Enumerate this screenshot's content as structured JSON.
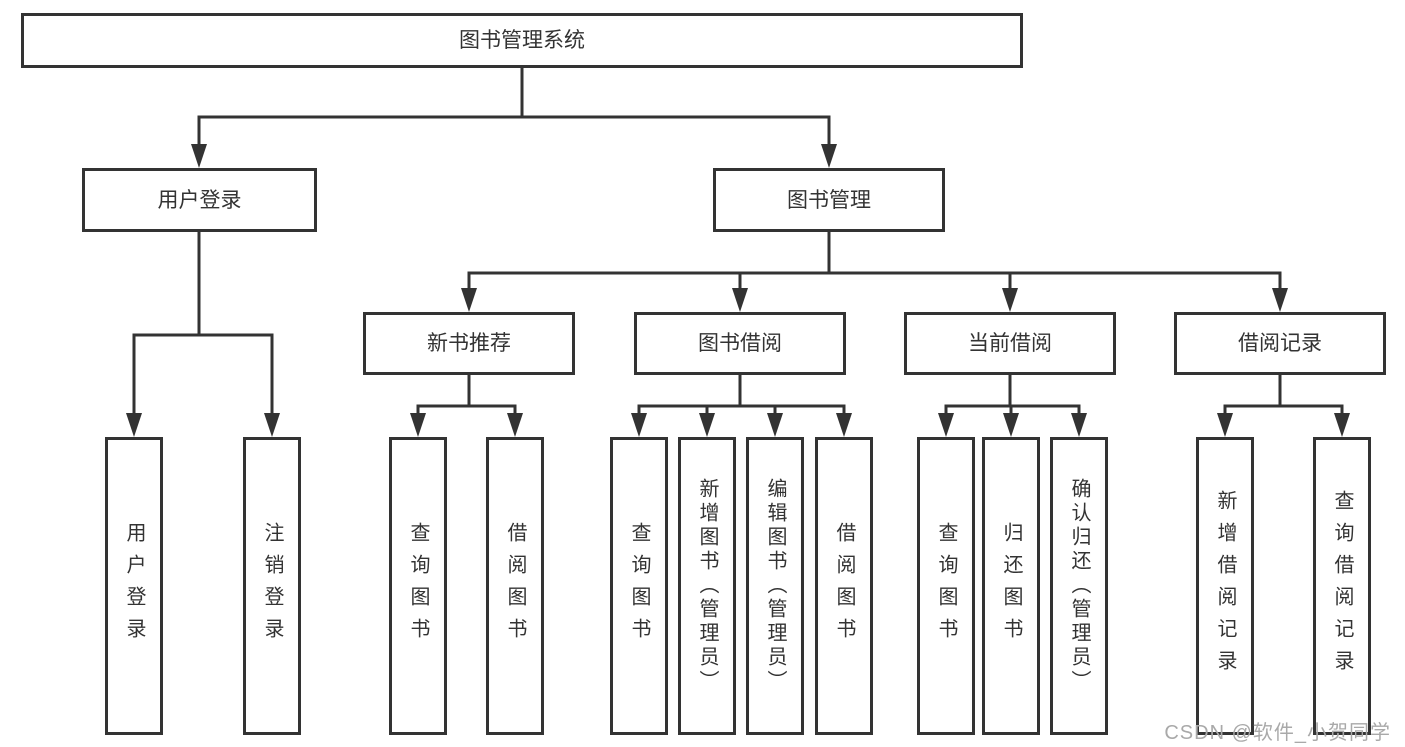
{
  "diagram": {
    "type": "tree",
    "orientation": "top-down"
  },
  "tree": {
    "root": {
      "label": "图书管理系统"
    },
    "branches": [
      {
        "label": "用户登录",
        "leaves": [
          {
            "label": "用户登录"
          },
          {
            "label": "注销登录"
          }
        ]
      },
      {
        "label": "图书管理",
        "groups": [
          {
            "label": "新书推荐",
            "leaves": [
              {
                "label": "查询图书"
              },
              {
                "label": "借阅图书"
              }
            ]
          },
          {
            "label": "图书借阅",
            "leaves": [
              {
                "label": "查询图书"
              },
              {
                "label": "新增图书（管理员）"
              },
              {
                "label": "编辑图书（管理员）"
              },
              {
                "label": "借阅图书"
              }
            ]
          },
          {
            "label": "当前借阅",
            "leaves": [
              {
                "label": "查询图书"
              },
              {
                "label": "归还图书"
              },
              {
                "label": "确认归还（管理员）"
              }
            ]
          },
          {
            "label": "借阅记录",
            "leaves": [
              {
                "label": "新增借阅记录"
              },
              {
                "label": "查询借阅记录"
              }
            ]
          }
        ]
      }
    ]
  },
  "watermark": {
    "text": "CSDN @软件_小贺同学",
    "color": "#a9a9a9"
  },
  "colors": {
    "line": "#333333",
    "border": "#333333",
    "text": "#333333",
    "background": "#ffffff"
  }
}
